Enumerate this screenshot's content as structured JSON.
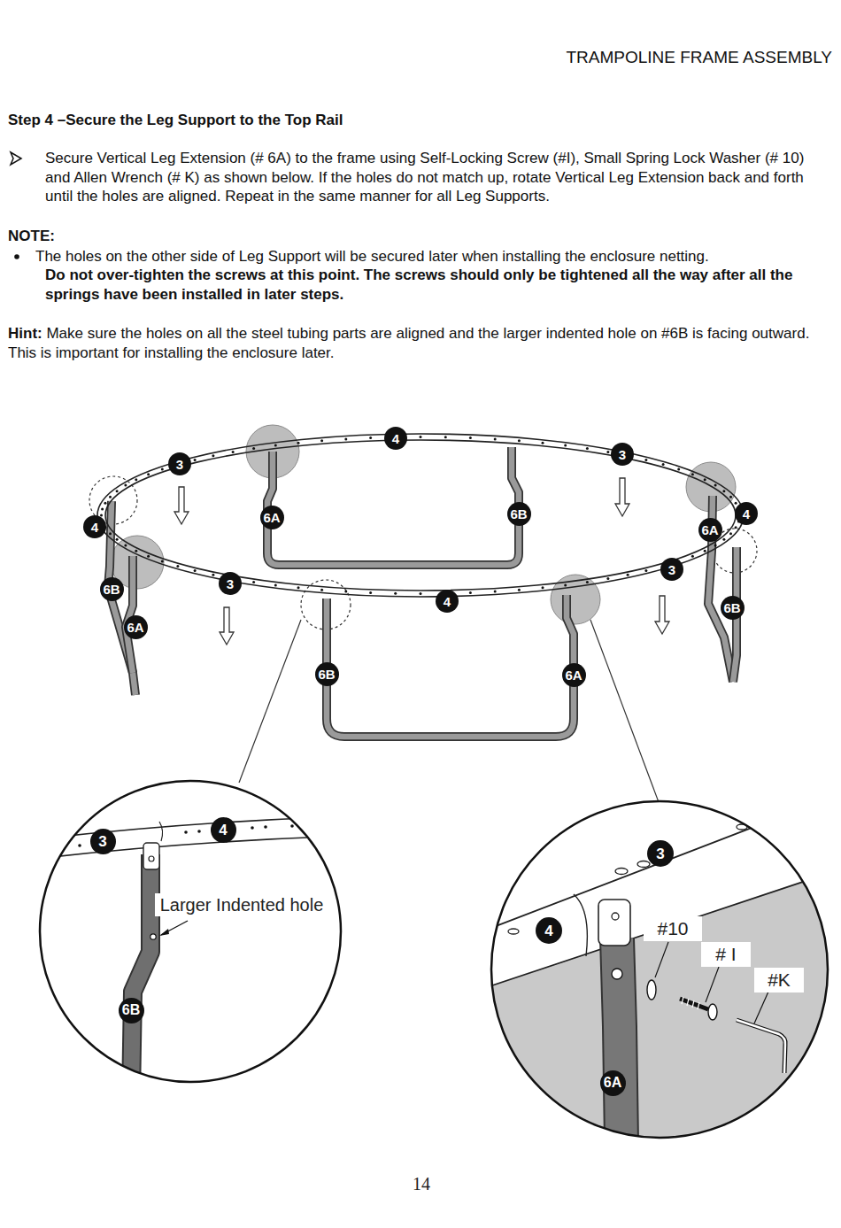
{
  "diagram": {
    "title": "Step 4 –Secure the Leg Support to the Top Rail",
    "labels": [
      "TRAMPOLINE FRAME ASSEMBLY",
      "Secure Vertical Leg Extension (# 6A) to the frame using Self-Locking Screw (#I), Small Spring Lock Washer (# 10) and Allen Wrench (# K) as shown below. If the holes do not match up, rotate Vertical Leg Extension back and forth until the holes are aligned. Repeat in the same manner for all Leg Supports.",
      "NOTE:",
      "The holes on the other side of Leg Support will be secured later when installing the enclosure netting.",
      "Do not over-tighten the screws at this point. The screws should only be tightened all the way after all the springs have been installed in later steps.",
      "Hint:",
      "Make sure the holes on all the steel tubing parts are aligned and the larger indented hole on #6B is facing outward. This is important for installing the enclosure later.",
      "4",
      "3",
      "3",
      "6A",
      "6B",
      "4",
      "4",
      "6A",
      "3",
      "4",
      "3",
      "6B",
      "6A",
      "6B",
      "6B",
      "6A",
      "3",
      "4",
      "Larger Indented hole",
      "6B",
      "3",
      "4",
      "#10",
      "# I",
      "#K",
      "6A",
      "14"
    ]
  }
}
